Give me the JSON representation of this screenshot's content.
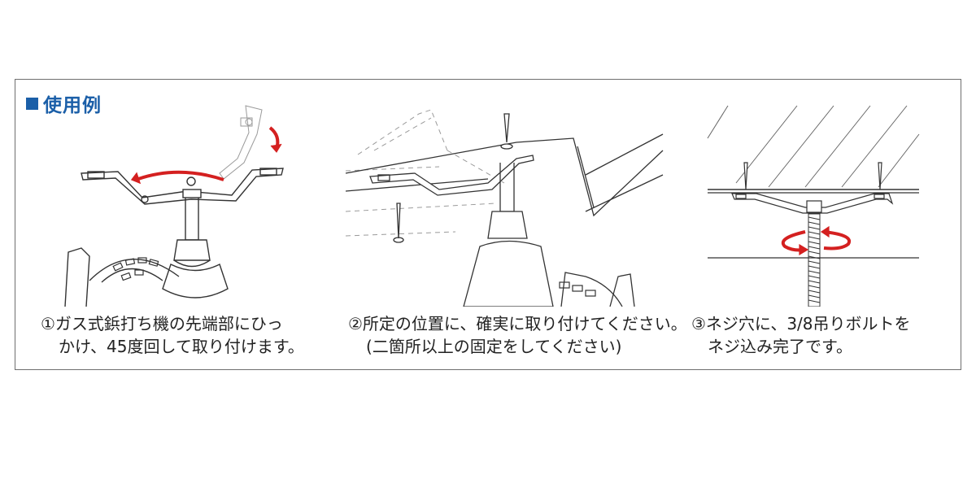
{
  "section_title": "使用例",
  "steps": [
    {
      "line1": "①ガス式鋲打ち機の先端部にひっ",
      "line2": "かけ、45度回して取り付けます。"
    },
    {
      "line1": "②所定の位置に、確実に取り付けてください。",
      "line2": "(二箇所以上の固定をしてください)"
    },
    {
      "line1": "③ネジ穴に、3/8吊りボルトを",
      "line2": "ネジ込み完了です。"
    }
  ],
  "colors": {
    "accent": "#1b5fa8",
    "arrow": "#d42020",
    "frame": "#6f6f6f"
  }
}
